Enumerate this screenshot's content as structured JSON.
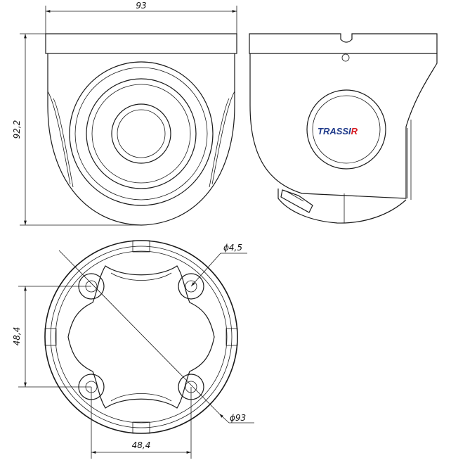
{
  "drawing": {
    "type": "technical-dimension-drawing",
    "views": [
      "front-view",
      "side-view",
      "bottom-view"
    ]
  },
  "dimensions": {
    "front_width": "93",
    "front_height": "92,2",
    "hole_diameter": "ϕ4,5",
    "base_diameter": "ϕ93",
    "hole_spacing_vertical": "48,4",
    "hole_spacing_horizontal": "48,4"
  },
  "brand": {
    "logo_text_main": "TRASSI",
    "logo_text_accent": "R",
    "logo_color_main": "#1f3a8a",
    "logo_color_accent": "#d71920"
  },
  "colors": {
    "line": "#1a1a1a",
    "background": "#ffffff"
  }
}
